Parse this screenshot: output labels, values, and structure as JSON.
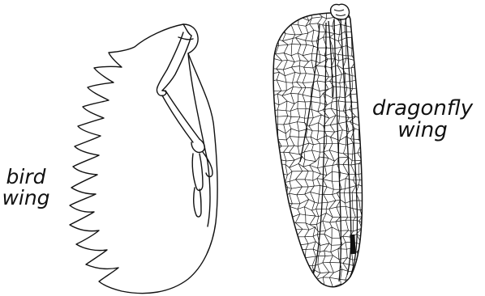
{
  "labels": {
    "bird": {
      "line1": "bird",
      "line2": "wing"
    },
    "dragonfly": {
      "line1": "dragonfly",
      "line2": "wing"
    }
  },
  "colors": {
    "stroke": "#111111",
    "background": "#ffffff",
    "pterostigma": "#111111"
  }
}
